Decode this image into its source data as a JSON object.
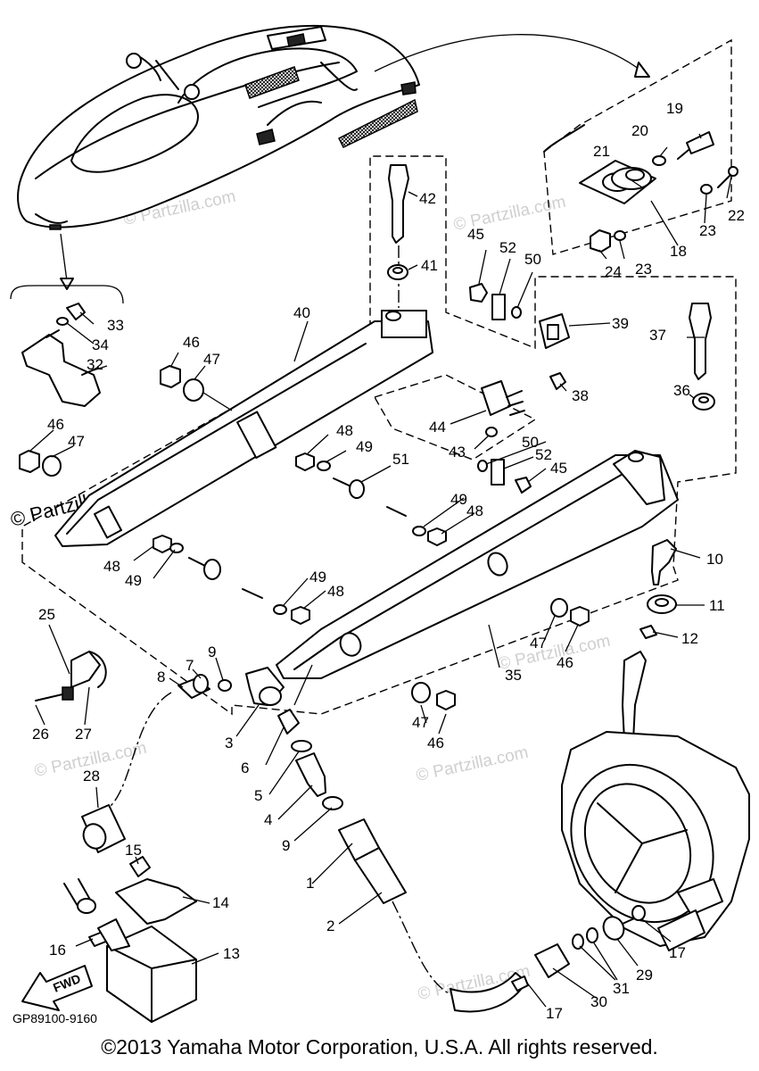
{
  "watermarks": {
    "small": "© Partzilla.com",
    "large": "© Partzilla.com"
  },
  "labels": {
    "direction_arrow": "FWD",
    "diagram_code": "GP89100-9160"
  },
  "callouts": {
    "p1": "1",
    "p2": "2",
    "p3": "3",
    "p4": "4",
    "p5": "5",
    "p6": "6",
    "p7": "7",
    "p8": "8",
    "p9a": "9",
    "p9b": "9",
    "p10": "10",
    "p11": "11",
    "p12": "12",
    "p13": "13",
    "p14": "14",
    "p15": "15",
    "p16": "16",
    "p17a": "17",
    "p17b": "17",
    "p18": "18",
    "p19": "19",
    "p20": "20",
    "p21": "21",
    "p22": "22",
    "p23a": "23",
    "p23b": "23",
    "p24": "24",
    "p25": "25",
    "p26": "26",
    "p27": "27",
    "p28": "28",
    "p29": "29",
    "p30": "30",
    "p31": "31",
    "p32": "32",
    "p33": "33",
    "p34": "34",
    "p35": "35",
    "p36": "36",
    "p37": "37",
    "p38": "38",
    "p39": "39",
    "p40": "40",
    "p41": "41",
    "p42": "42",
    "p43": "43",
    "p44": "44",
    "p45a": "45",
    "p45b": "45",
    "p46a": "46",
    "p46b": "46",
    "p46c": "46",
    "p46d": "46",
    "p47a": "47",
    "p47b": "47",
    "p47c": "47",
    "p47d": "47",
    "p48a": "48",
    "p48b": "48",
    "p48c": "48",
    "p48d": "48",
    "p49a": "49",
    "p49b": "49",
    "p49c": "49",
    "p49d": "49",
    "p50a": "50",
    "p50b": "50",
    "p51": "51",
    "p52a": "52",
    "p52b": "52"
  },
  "footer": {
    "copyright": "©2013  Yamaha Motor Corporation, U.S.A. All rights reserved."
  }
}
